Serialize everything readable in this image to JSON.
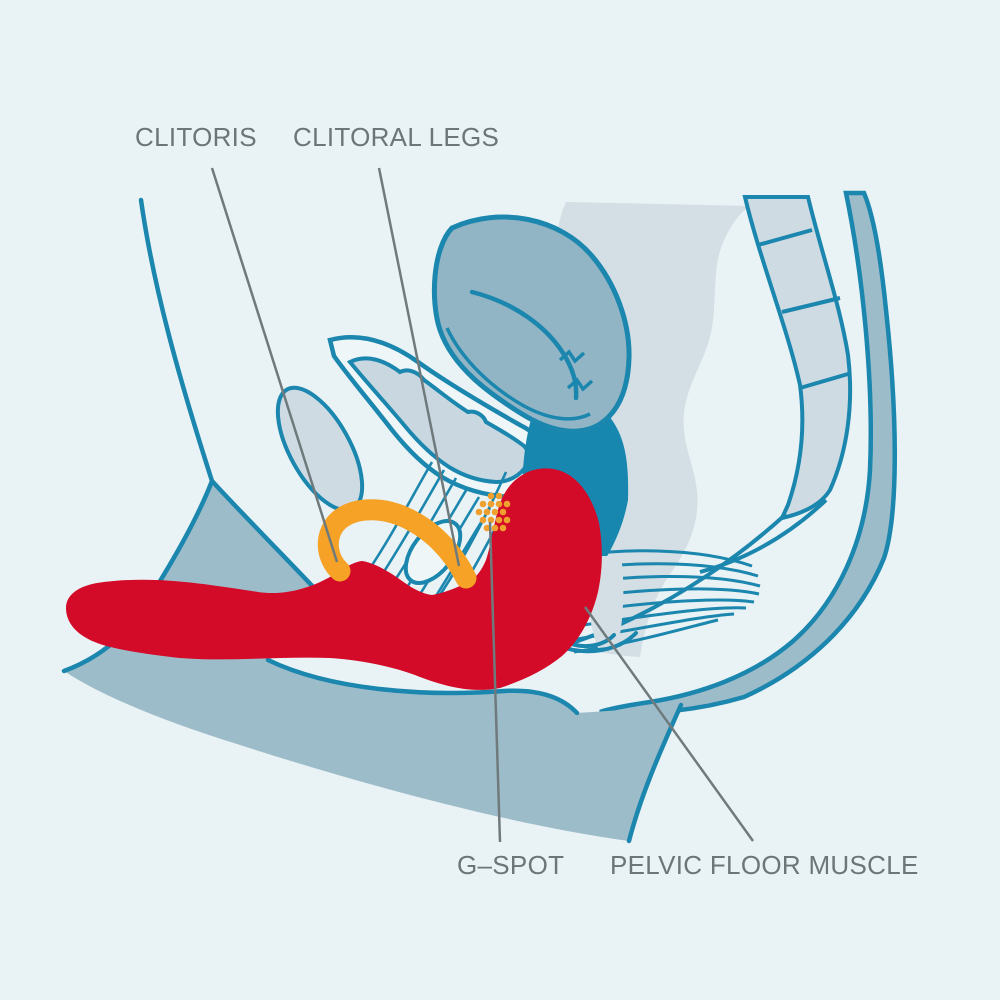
{
  "diagram": {
    "type": "anatomical-illustration",
    "subject": "Female pelvis sagittal cross-section with internal G-spot vibrator",
    "labels": {
      "clitoris": "CLITORIS",
      "clitoral_legs": "CLITORAL LEGS",
      "g_spot": "G–SPOT",
      "pelvic_floor_muscle": "PELVIC FLOOR MUSCLE"
    },
    "colors": {
      "background": "#e9f2f4",
      "outline_teal": "#1b86ae",
      "canal_teal": "#1787b0",
      "toy_red": "#d30b28",
      "clitoris_orange": "#f5a227",
      "g_spot_dots": "#efa02e",
      "organ_fill": "#92b5c5",
      "skin_fill": "#9dbcca",
      "bone_fill": "#cfdbe3",
      "soft_tissue_fill": "#d3dfe4",
      "inner_lining_fill": "#c9d8e0",
      "label_text": "#6b7679",
      "leader_line": "#6f7a7d"
    }
  }
}
